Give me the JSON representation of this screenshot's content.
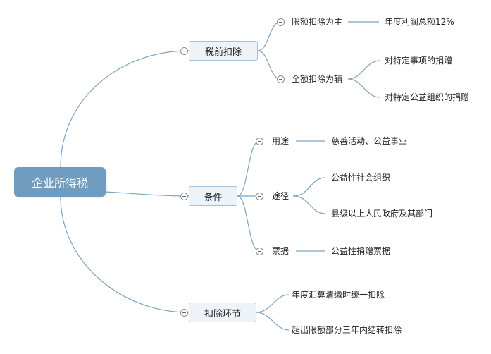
{
  "root": {
    "label": "企业所得税"
  },
  "branches": [
    {
      "label": "税前扣除",
      "children": [
        {
          "label": "限额扣除为主",
          "details": [
            "年度利润总额12%"
          ]
        },
        {
          "label": "全额扣除为辅",
          "details": [
            "对特定事项的捐赠",
            "对特定公益组织的捐赠"
          ]
        }
      ]
    },
    {
      "label": "条件",
      "children": [
        {
          "label": "用途",
          "details": [
            "慈善活动、公益事业"
          ]
        },
        {
          "label": "途径",
          "details": [
            "公益性社会组织",
            "县级以上人民政府及其部门"
          ]
        },
        {
          "label": "票据",
          "details": [
            "公益性捐赠票据"
          ]
        }
      ]
    },
    {
      "label": "扣除环节",
      "children": [
        {
          "label": "年度汇算清缴时统一扣除"
        },
        {
          "label": "超出限额部分三年内结转扣除"
        }
      ]
    }
  ]
}
